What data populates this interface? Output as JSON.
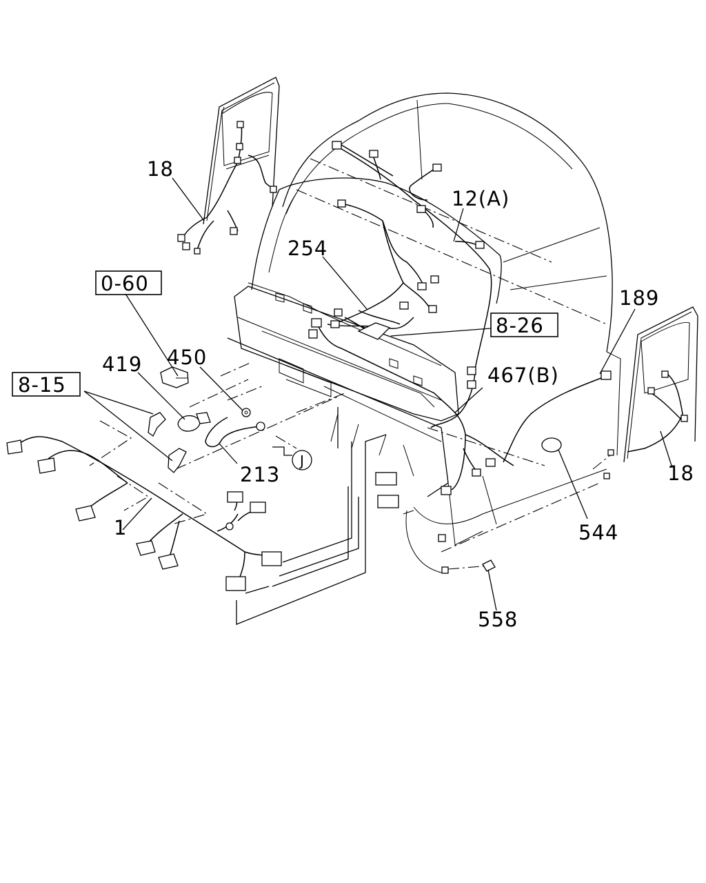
{
  "diagram": {
    "callouts": {
      "c18_top": "18",
      "c12a": "12(A)",
      "c254": "254",
      "c189": "189",
      "c419": "419",
      "c450": "450",
      "c467b": "467(B)",
      "c213": "213",
      "c1": "1",
      "c18_right": "18",
      "c544": "544",
      "c558": "558"
    },
    "references": {
      "r060": "0-60",
      "r826": "8-26",
      "r815": "8-15"
    },
    "circle_marker": "J"
  }
}
